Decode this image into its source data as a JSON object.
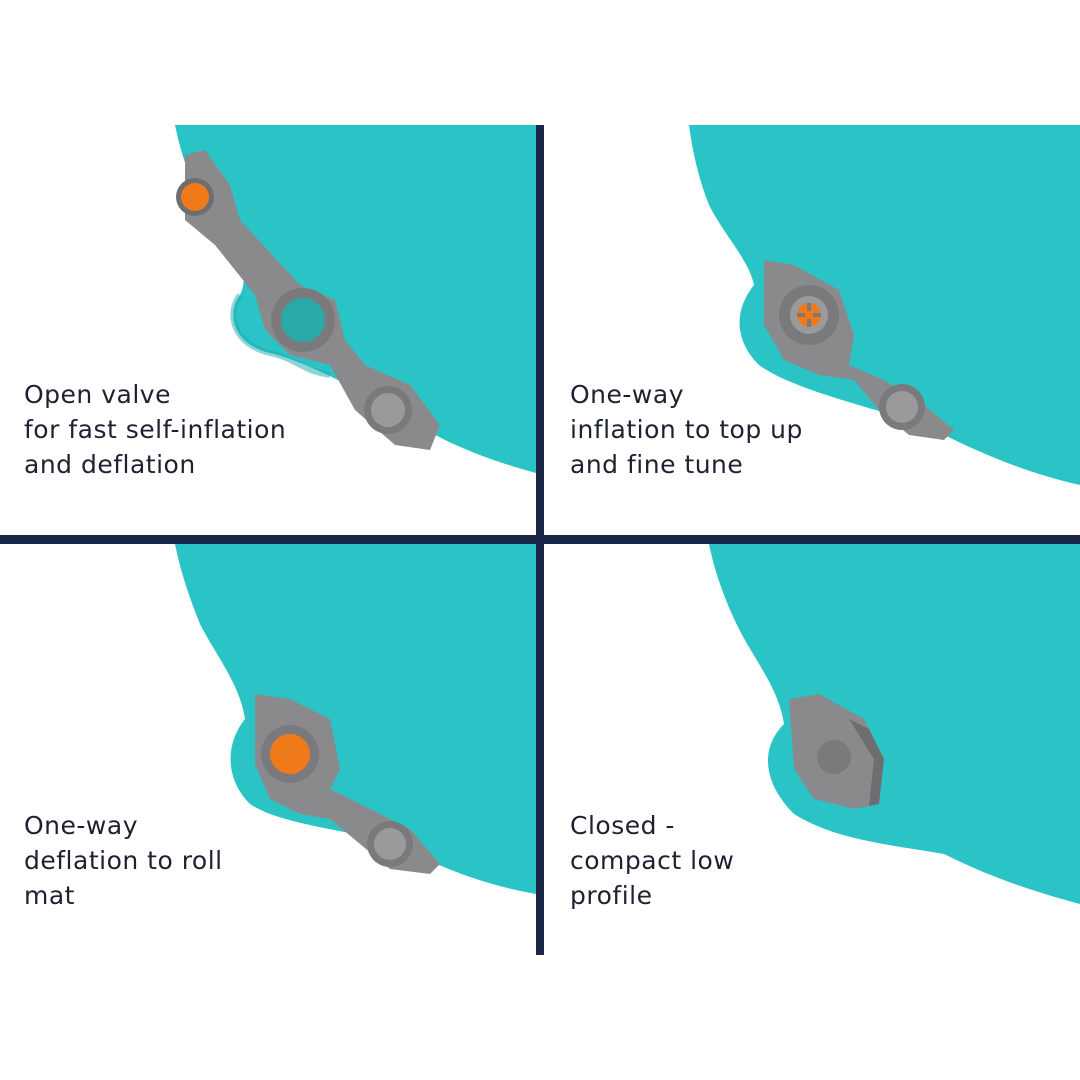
{
  "colors": {
    "mat_teal": "#2bc4c6",
    "mat_teal_shadow": "#1fa9ad",
    "valve_grey": "#8a8a8c",
    "valve_grey_dark": "#6e6e70",
    "valve_orange": "#f07a1a",
    "divider_navy": "#1b2747",
    "text": "#1e2230"
  },
  "panels": [
    {
      "caption": "Open valve\nfor fast self-inflation\nand deflation",
      "valve_state": "open"
    },
    {
      "caption": "One-way\ninflation to top up\nand fine tune",
      "valve_state": "one-way-inflation"
    },
    {
      "caption": "One-way\ndeflation to roll\nmat",
      "valve_state": "one-way-deflation"
    },
    {
      "caption": "Closed -\ncompact low\nprofile",
      "valve_state": "closed"
    }
  ]
}
